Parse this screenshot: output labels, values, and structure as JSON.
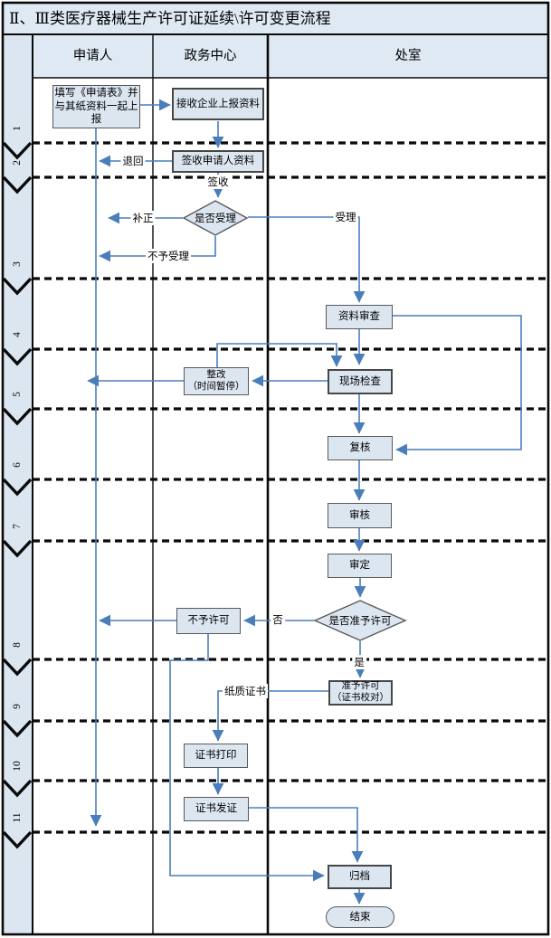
{
  "title": "Ⅱ、Ⅲ类医疗器械生产许可证延续\\许可变更流程",
  "columns": {
    "applicant": "申请人",
    "service_center": "政务中心",
    "department": "处室"
  },
  "steps": [
    "1",
    "2",
    "3",
    "4",
    "5",
    "6",
    "7",
    "8",
    "9",
    "10",
    "11"
  ],
  "nodes": {
    "fill_form": "填写《申请表》并与其纸资料一起上报",
    "receive_materials": "接收企业上报资料",
    "sign_receive": "签收申请人资料",
    "accept_decision": "是否受理",
    "data_review": "资料审查",
    "rectify": "整改\n（时间暂停）",
    "onsite_inspection": "现场检查",
    "recheck": "复核",
    "review": "审核",
    "approve": "审定",
    "license_decision": "是否准予许可",
    "no_license": "不予许可",
    "grant_license": "准予许可\n（证书校对）",
    "print_certificate": "证书打印",
    "issue_certificate": "证书发证",
    "archive": "归档",
    "end": "结束"
  },
  "edge_labels": {
    "sign": "签收",
    "return": "退回",
    "correct": "补正",
    "not_accept": "不予受理",
    "accept": "受理",
    "no": "否",
    "yes": "是",
    "paper_certificate": "纸质证书"
  },
  "colors": {
    "arrow_blue": "#4a7ebb",
    "node_fill": "#dce6f1",
    "node_border": "#595959",
    "band_fill": "#dfe9f4",
    "line_black": "#0a0a0a"
  }
}
